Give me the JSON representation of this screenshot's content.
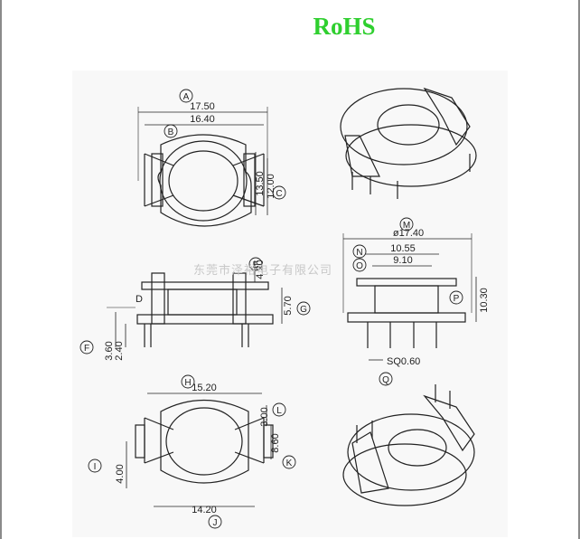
{
  "header": {
    "title": "RoHS"
  },
  "watermark": "东莞市泽裕电子有限公司",
  "top_view": {
    "dims": {
      "A_label": "A",
      "B_label": "B",
      "C_label": "C",
      "a": "17.50",
      "b": "16.40",
      "c1": "13.50",
      "c2": "12.00"
    }
  },
  "side_view": {
    "dims": {
      "D_label": "D",
      "E_label": "E",
      "F_label": "F",
      "G_label": "G",
      "d": "D",
      "e": "4.20",
      "g": "5.70",
      "f1": "3.60",
      "f2": "2.40"
    }
  },
  "front_view": {
    "dims": {
      "M_label": "M",
      "N_label": "N",
      "O_label": "O",
      "P_label": "P",
      "Q_label": "Q",
      "m": "ø17.40",
      "n": "10.55",
      "o": "9.10",
      "p": "10.30",
      "q": "SQ0.60"
    }
  },
  "bottom_view": {
    "dims": {
      "H_label": "H",
      "I_label": "I",
      "J_label": "J",
      "K_label": "K",
      "L_label": "L",
      "h": "15.20",
      "i": "4.00",
      "j": "14.20",
      "k": "8.60",
      "l": "3.00"
    }
  },
  "colors": {
    "title": "#2fcf2f",
    "line": "#222222",
    "panel": "#f8f8f8",
    "frame": "#8a8a8a"
  }
}
